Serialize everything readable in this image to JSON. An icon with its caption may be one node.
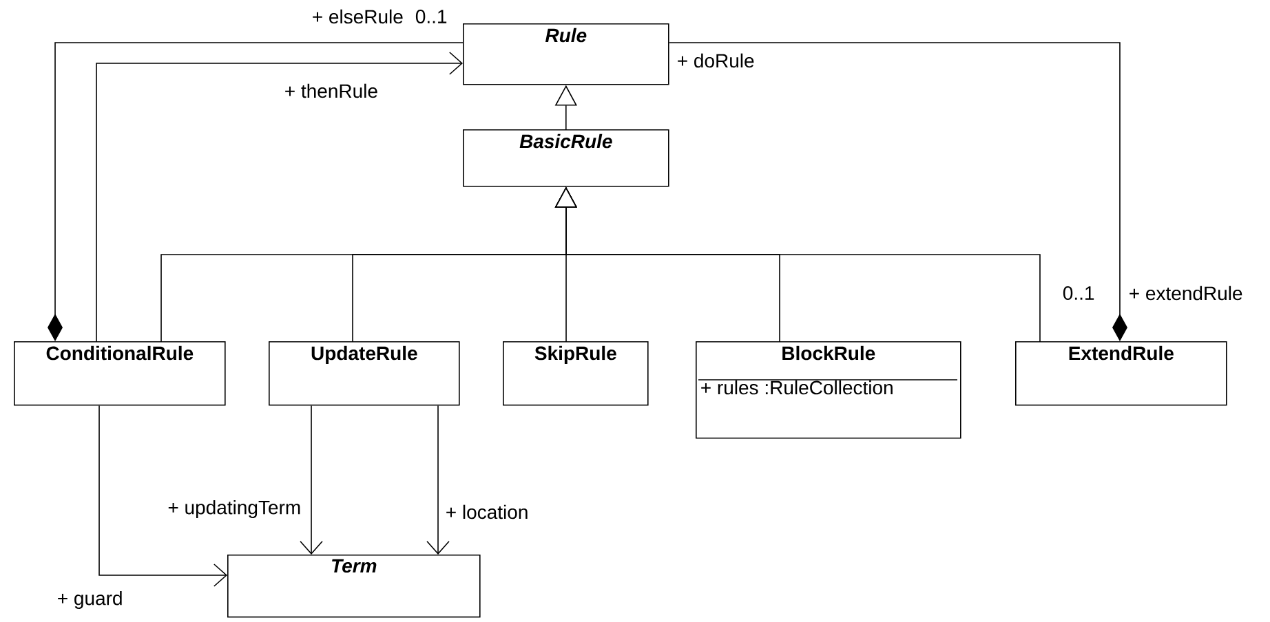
{
  "diagram": {
    "nodes": [
      {
        "text": [
          "*Rule*"
        ]
      },
      {
        "text": [
          "*BasicRule*"
        ]
      },
      {
        "text": [
          "ConditionalRule"
        ]
      },
      {
        "text": [
          "UpdateRule"
        ]
      },
      {
        "text": [
          "SkipRule"
        ]
      },
      {
        "text": [
          "BlockRule",
          "+ rules :RuleCollection"
        ]
      },
      {
        "text": [
          "ExtendRule"
        ]
      },
      {
        "text": [
          "*Term*"
        ]
      }
    ],
    "edges": [
      {
        "from": 2,
        "to": 0,
        "arrow": "other",
        "label": "+ elseRule"
      },
      {
        "from": 2,
        "to": 0,
        "arrow": "to",
        "label": "+ thenRule"
      },
      {
        "from": 6,
        "to": 0,
        "arrow": "other",
        "label": "+ doRule"
      },
      {
        "from": 1,
        "to": 0,
        "arrow": "to"
      },
      {
        "from": 2,
        "to": 1,
        "arrow": "to"
      },
      {
        "from": 3,
        "to": 1,
        "arrow": "to"
      },
      {
        "from": 4,
        "to": 1,
        "arrow": "to"
      },
      {
        "from": 5,
        "to": 1,
        "arrow": "to"
      },
      {
        "from": 6,
        "to": 1,
        "arrow": "to"
      },
      {
        "from": 2,
        "to": 7,
        "arrow": "to",
        "label": "+ guard"
      },
      {
        "from": 3,
        "to": 7,
        "arrow": "to",
        "label": "+ updatingTerm"
      },
      {
        "from": 3,
        "to": 7,
        "arrow": "to",
        "label": "+ location"
      }
    ],
    "labels": [
      "0..1",
      "0..1",
      "+ extendRule"
    ]
  }
}
